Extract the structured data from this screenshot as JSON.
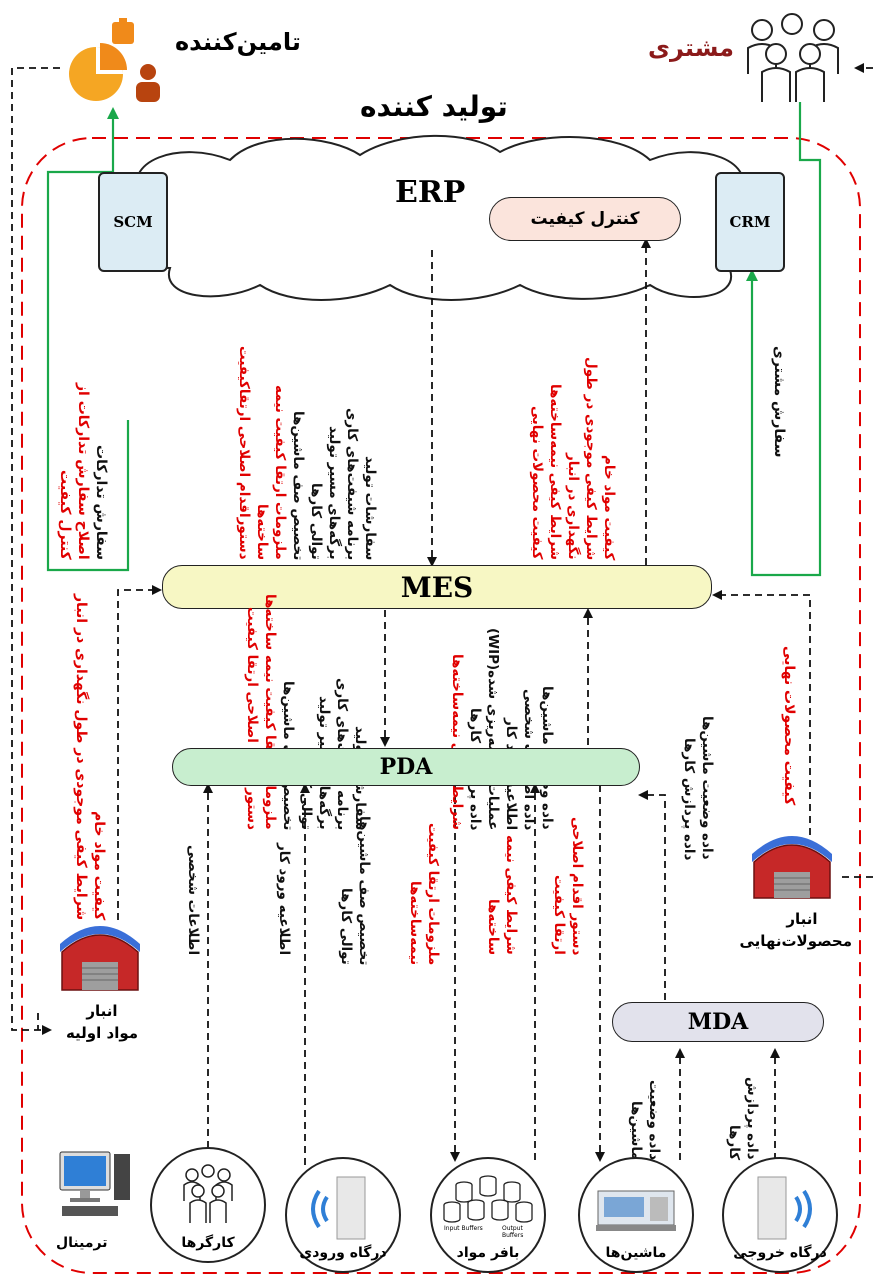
{
  "title": "تولید کننده",
  "supplier": "تامین‌کننده",
  "customer": "مشتری",
  "erp": "ERP",
  "scm": "SCM",
  "crm": "CRM",
  "quality_control": "کنترل کیفیت",
  "mes": "MES",
  "pda": "PDA",
  "mda": "MDA",
  "left_supply": [
    "سفارش تدارکات",
    "اصلاح سفارش تدارکات از",
    "کنترل کیفیت"
  ],
  "right_order": [
    "سفارش مشتری"
  ],
  "erp_to_mes": [
    "سفارشات تولید",
    "برنامه شیفت‌های کاری",
    "برگه‌های مسیر تولید",
    "توالی کارها",
    "تخصیص صف ماشین‌ها",
    "ملزومات ارتقا کیفیت نیمه",
    "ساخته‌ها",
    "دستوراقدام اصلاحی ارتقاکیفیت"
  ],
  "mes_to_erp": [
    "کیفیت مواد خام",
    "شرایط کیفی موجودی در طول",
    "نگهداری در انبار",
    "شرایط کیفی نیمه‌ساخته‌ها",
    "کیفیت محصولات نهایی"
  ],
  "mes_to_pda": [
    "سفارشات تولید",
    "برنامه شیفت‌های کاری",
    "برگه‌های مسیر تولید",
    "توالی کارها",
    "تخصیص صف ماشین‌ها",
    "ملزومات ارتقا کیفیت نیمه ساخته‌ها",
    "دستور اقدام اصلاحی ارتقا کیفیت"
  ],
  "pda_to_mes": [
    "داده وضعیت ماشین‌ها",
    "داده اطلاعات شخصی",
    "اطلاعیه ورود کار",
    "عملیات برنامه‌ریزی شده(WIP)",
    "داده پردازش کارها",
    "شرایط کیفی نیمه‌ساخته‌ها"
  ],
  "left_quality": [
    "کیفیت مواد خام",
    "شرایط کیفی موجودی در طول نگهداری در انبار"
  ],
  "right_final_quality": [
    "کیفیت محصولات نهایی"
  ],
  "mda_to_pda": [
    "داده وضعیت ماشین‌ها",
    "داده پردازش کارها"
  ],
  "raw_warehouse": [
    "انبار",
    "مواد اولیه"
  ],
  "final_warehouse": [
    "انبار",
    "محصولات‌نهایی"
  ],
  "personal_info": [
    "اطلاعات شخصی"
  ],
  "work_entry": [
    "اطلاعیه ورود کار"
  ],
  "queue_alloc": [
    "تخصیص صف ماشین‌ها",
    "توالی کارها"
  ],
  "quality_req": [
    "ملزومات ارتقا کیفیت",
    "نیمه‌ساخته‌ها"
  ],
  "semi_quality": [
    "شرایط کیفی نیمه",
    "ساخته‌ها"
  ],
  "corrective": [
    "دستور اقدام اصلاحی",
    "ارتقا کیفیت"
  ],
  "machine_status": [
    "داده وضعیت",
    "ماشین‌ها"
  ],
  "process_data": [
    "داده پردازش",
    "کارها"
  ],
  "circles": {
    "workers": "کارگرها",
    "entry_gate": "درگاه ورودی",
    "buffer": "بافر مواد",
    "machines": "ماشین‌ها",
    "exit_gate": "درگاه خروجی"
  },
  "terminal": "ترمینال",
  "buffer_input": "Input Buffers",
  "buffer_output": "Output Buffers",
  "colors": {
    "red": "#e00000",
    "green": "#1aa84a",
    "mes_fill": "#f7f7c4",
    "pda_fill": "#c8eecf",
    "mda_fill": "#e2e2ec",
    "qc_fill": "#fbe4dc",
    "box_fill": "#dcecf4"
  }
}
